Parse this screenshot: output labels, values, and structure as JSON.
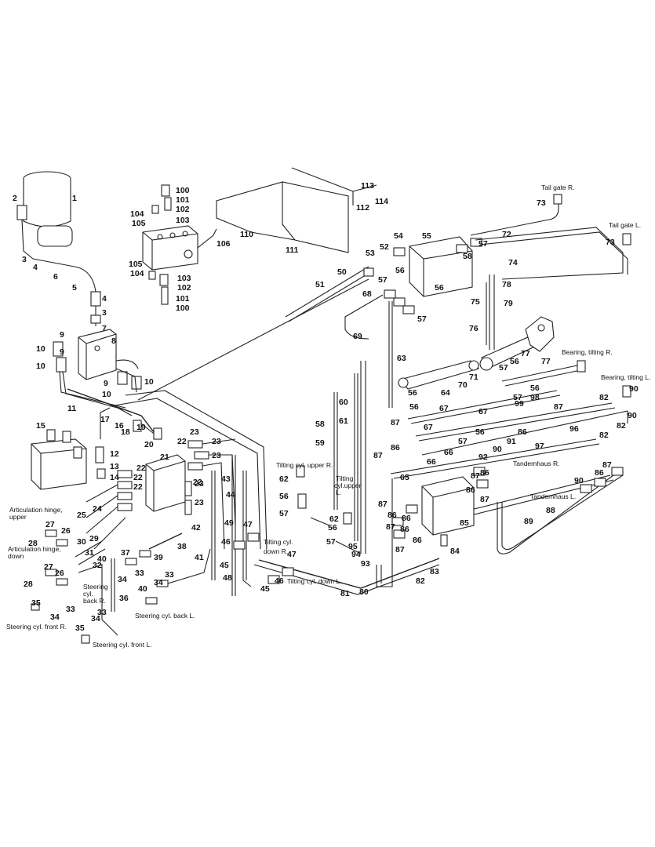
{
  "labels": [
    {
      "t": "1"
    },
    {
      "t": "2"
    },
    {
      "t": "3"
    },
    {
      "t": "4"
    },
    {
      "t": "6"
    },
    {
      "t": "5"
    },
    {
      "t": "4"
    },
    {
      "t": "3"
    },
    {
      "t": "7"
    },
    {
      "t": "8"
    },
    {
      "t": "9"
    },
    {
      "t": "10"
    },
    {
      "t": "9"
    },
    {
      "t": "10"
    },
    {
      "t": "9"
    },
    {
      "t": "10"
    },
    {
      "t": "10"
    },
    {
      "t": "11"
    },
    {
      "t": "17"
    },
    {
      "t": "16"
    },
    {
      "t": "18"
    },
    {
      "t": "19"
    },
    {
      "t": "20"
    },
    {
      "t": "15"
    },
    {
      "t": "12"
    },
    {
      "t": "13"
    },
    {
      "t": "14"
    },
    {
      "t": "21"
    },
    {
      "t": "22"
    },
    {
      "t": "23"
    },
    {
      "t": "23"
    },
    {
      "t": "23"
    },
    {
      "t": "22"
    },
    {
      "t": "22"
    },
    {
      "t": "22"
    },
    {
      "t": "23"
    },
    {
      "t": "22"
    },
    {
      "t": "23"
    },
    {
      "t": "24"
    },
    {
      "t": "25"
    },
    {
      "t": "27"
    },
    {
      "t": "26"
    },
    {
      "t": "28"
    },
    {
      "t": "30"
    },
    {
      "t": "29"
    },
    {
      "t": "31"
    },
    {
      "t": "32"
    },
    {
      "t": "27"
    },
    {
      "t": "26"
    },
    {
      "t": "28"
    },
    {
      "t": "33"
    },
    {
      "t": "35"
    },
    {
      "t": "34"
    },
    {
      "t": "40"
    },
    {
      "t": "37"
    },
    {
      "t": "39"
    },
    {
      "t": "34"
    },
    {
      "t": "33"
    },
    {
      "t": "36"
    },
    {
      "t": "33"
    },
    {
      "t": "34"
    },
    {
      "t": "35"
    },
    {
      "t": "38"
    },
    {
      "t": "41"
    },
    {
      "t": "40"
    },
    {
      "t": "34"
    },
    {
      "t": "33"
    },
    {
      "t": "42"
    },
    {
      "t": "43"
    },
    {
      "t": "44"
    },
    {
      "t": "49"
    },
    {
      "t": "47"
    },
    {
      "t": "46"
    },
    {
      "t": "45"
    },
    {
      "t": "48"
    },
    {
      "t": "47"
    },
    {
      "t": "46"
    },
    {
      "t": "45"
    },
    {
      "t": "100"
    },
    {
      "t": "101"
    },
    {
      "t": "102"
    },
    {
      "t": "104"
    },
    {
      "t": "105"
    },
    {
      "t": "103"
    },
    {
      "t": "106"
    },
    {
      "t": "105"
    },
    {
      "t": "104"
    },
    {
      "t": "103"
    },
    {
      "t": "102"
    },
    {
      "t": "101"
    },
    {
      "t": "100"
    },
    {
      "t": "110"
    },
    {
      "t": "111"
    },
    {
      "t": "112"
    },
    {
      "t": "113"
    },
    {
      "t": "114"
    },
    {
      "t": "50"
    },
    {
      "t": "51"
    },
    {
      "t": "53"
    },
    {
      "t": "52"
    },
    {
      "t": "54"
    },
    {
      "t": "55"
    },
    {
      "t": "58"
    },
    {
      "t": "57"
    },
    {
      "t": "57"
    },
    {
      "t": "56"
    },
    {
      "t": "56"
    },
    {
      "t": "57"
    },
    {
      "t": "68"
    },
    {
      "t": "69"
    },
    {
      "t": "72"
    },
    {
      "t": "74"
    },
    {
      "t": "78"
    },
    {
      "t": "75"
    },
    {
      "t": "79"
    },
    {
      "t": "76"
    },
    {
      "t": "73"
    },
    {
      "t": "73"
    },
    {
      "t": "63"
    },
    {
      "t": "60"
    },
    {
      "t": "58"
    },
    {
      "t": "61"
    },
    {
      "t": "59"
    },
    {
      "t": "62"
    },
    {
      "t": "56"
    },
    {
      "t": "57"
    },
    {
      "t": "62"
    },
    {
      "t": "56"
    },
    {
      "t": "57"
    },
    {
      "t": "95"
    },
    {
      "t": "94"
    },
    {
      "t": "93"
    },
    {
      "t": "81"
    },
    {
      "t": "80"
    },
    {
      "t": "82"
    },
    {
      "t": "83"
    },
    {
      "t": "84"
    },
    {
      "t": "85"
    },
    {
      "t": "87"
    },
    {
      "t": "86"
    },
    {
      "t": "87"
    },
    {
      "t": "86"
    },
    {
      "t": "86"
    },
    {
      "t": "86"
    },
    {
      "t": "87"
    },
    {
      "t": "86"
    },
    {
      "t": "87"
    },
    {
      "t": "88"
    },
    {
      "t": "89"
    },
    {
      "t": "90"
    },
    {
      "t": "86"
    },
    {
      "t": "87"
    },
    {
      "t": "90"
    },
    {
      "t": "91"
    },
    {
      "t": "86"
    },
    {
      "t": "97"
    },
    {
      "t": "96"
    },
    {
      "t": "82"
    },
    {
      "t": "82"
    },
    {
      "t": "90"
    },
    {
      "t": "82"
    },
    {
      "t": "87"
    },
    {
      "t": "98"
    },
    {
      "t": "99"
    },
    {
      "t": "77"
    },
    {
      "t": "77"
    },
    {
      "t": "56"
    },
    {
      "t": "57"
    },
    {
      "t": "56"
    },
    {
      "t": "57"
    },
    {
      "t": "71"
    },
    {
      "t": "70"
    },
    {
      "t": "64"
    },
    {
      "t": "67"
    },
    {
      "t": "56"
    },
    {
      "t": "66"
    },
    {
      "t": "65"
    },
    {
      "t": "92"
    },
    {
      "t": "87"
    },
    {
      "t": "86"
    },
    {
      "t": "67"
    },
    {
      "t": "56"
    },
    {
      "t": "57"
    },
    {
      "t": "66"
    },
    {
      "t": "67"
    },
    {
      "t": "56"
    },
    {
      "t": "87"
    },
    {
      "t": "86"
    },
    {
      "t": "87"
    },
    {
      "t": "90"
    }
  ],
  "captions": [
    {
      "t": "Tail gate R."
    },
    {
      "t": "Tail gate L."
    },
    {
      "t": "Bearing, tilting R."
    },
    {
      "t": "Bearing, tilting L."
    },
    {
      "t": "Tandemhaus R."
    },
    {
      "t": "Tandemhaus L."
    },
    {
      "t": "Tilting cyl. upper R."
    },
    {
      "t": "Tilting"
    },
    {
      "t": "cyl.upper"
    },
    {
      "t": "L."
    },
    {
      "t": "Articulation hinge,"
    },
    {
      "t": "upper"
    },
    {
      "t": "Articulation hinge,"
    },
    {
      "t": "down"
    },
    {
      "t": "Steering"
    },
    {
      "t": "cyl."
    },
    {
      "t": "back R."
    },
    {
      "t": "Steering cyl. front R."
    },
    {
      "t": "Steering cyl. back L."
    },
    {
      "t": "Steering cyl. front L."
    },
    {
      "t": "Tilting cyl."
    },
    {
      "t": "down R."
    },
    {
      "t": "Tilting cyl. down L."
    }
  ]
}
